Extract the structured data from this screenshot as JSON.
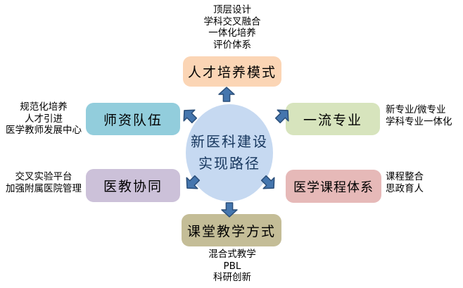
{
  "diagram": {
    "center": {
      "title_line1": "新医科建设",
      "title_line2": "实现路径",
      "fill": "#C6D9F1",
      "text_color": "#17375E"
    },
    "nodes": {
      "talent": {
        "label": "人才培养模式",
        "fill": "#FBD5B5",
        "notes": [
          "顶层设计",
          "学科交叉融合",
          "一体化培养",
          "评价体系"
        ]
      },
      "faculty": {
        "label": "师资队伍",
        "fill": "#92CDDC",
        "notes": [
          "规范化培养",
          "人才引进",
          "医学教师发展中心"
        ]
      },
      "majors": {
        "label": "一流专业",
        "fill": "#D7E4BD",
        "notes": [
          "新专业/微专业",
          "学科专业一体化"
        ]
      },
      "collaboration": {
        "label": "医教协同",
        "fill": "#CCC1D9",
        "notes": [
          "交叉实验平台",
          "加强附属医院管理"
        ]
      },
      "curriculum": {
        "label": "医学课程体系",
        "fill": "#E6B9B8",
        "notes": [
          "课程整合",
          "思政育人"
        ]
      },
      "teaching": {
        "label": "课堂教学方式",
        "fill": "#C4BD97",
        "notes": [
          "混合式教学",
          "PBL",
          "科研创新"
        ]
      }
    },
    "arrow": {
      "fill": "#4576AE",
      "stroke": "#2A4E79"
    }
  }
}
